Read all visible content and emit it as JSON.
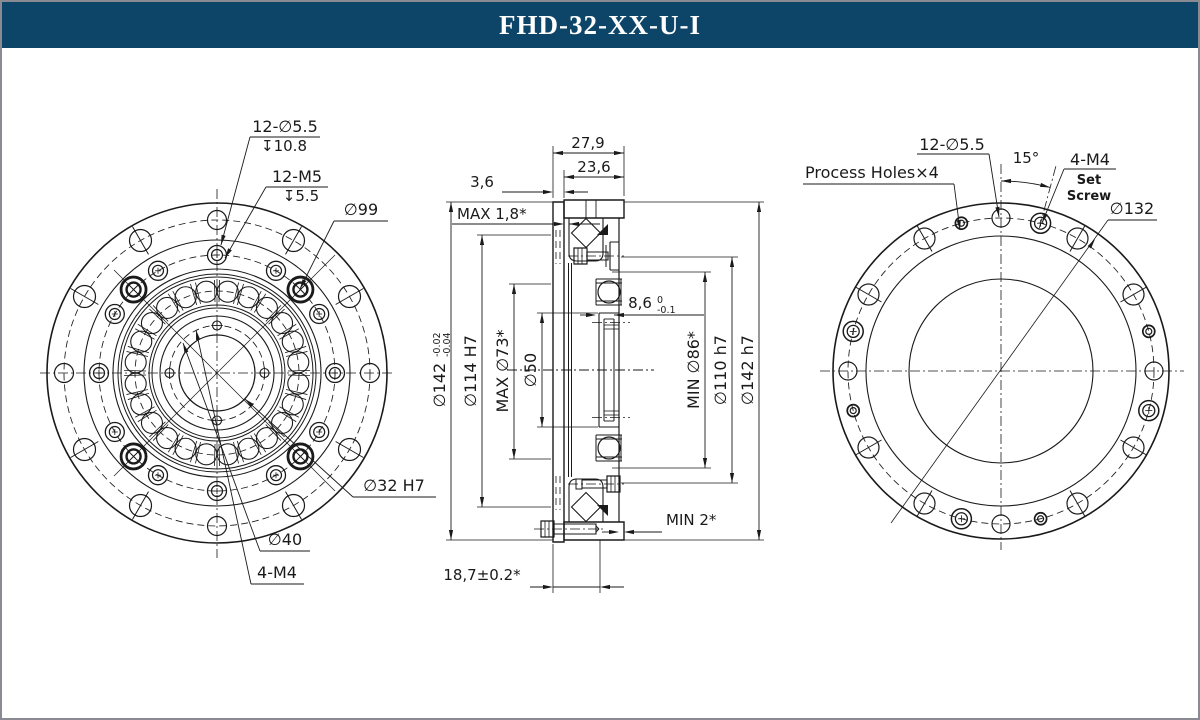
{
  "header": {
    "title": "FHD-32-XX-U-I",
    "bar_color": "#0d4568",
    "title_color": "#ffffff",
    "page_border_color": "#8a8a92"
  },
  "drawing": {
    "line_color": "#1a1a1a",
    "background": "#ffffff"
  },
  "front_view": {
    "labels": {
      "holes_outer": "12-∅5.5",
      "holes_outer_depth": "↧10.8",
      "holes_tapped": "12-M5",
      "holes_tapped_depth": "↧5.5",
      "bolt_circle": "∅99",
      "bore": "∅32 H7",
      "pilot_circle": "∅40",
      "tapped_small": "4-M4"
    }
  },
  "section_view": {
    "dims": {
      "width_total": "27,9",
      "width_inner": "23,6",
      "flange_thickness": "3,6",
      "max_gap": "MAX 1,8*",
      "step_width": "8,6",
      "step_tol_upper": "0",
      "step_tol_lower": "-0.1",
      "dia_flange": "∅142",
      "dia_flange_tol_upper": "-0.02",
      "dia_flange_tol_lower": "-0.04",
      "dia_spigot": "∅114 H7",
      "dia_max73": "MAX ∅73*",
      "dia_50": "∅50",
      "dia_min86": "MIN ∅86*",
      "dia_110": "∅110 h7",
      "dia_142h7": "∅142 h7",
      "min_step": "MIN 2*",
      "depth_bolt": "18,7±0.2*"
    }
  },
  "rear_view": {
    "labels": {
      "process_holes": "Process Holes×4",
      "holes": "12-∅5.5",
      "angle": "15°",
      "set_screw_thread": "4-M4",
      "set_screw_line1": "Set",
      "set_screw_line2": "Screw",
      "dia_132": "∅132"
    }
  }
}
